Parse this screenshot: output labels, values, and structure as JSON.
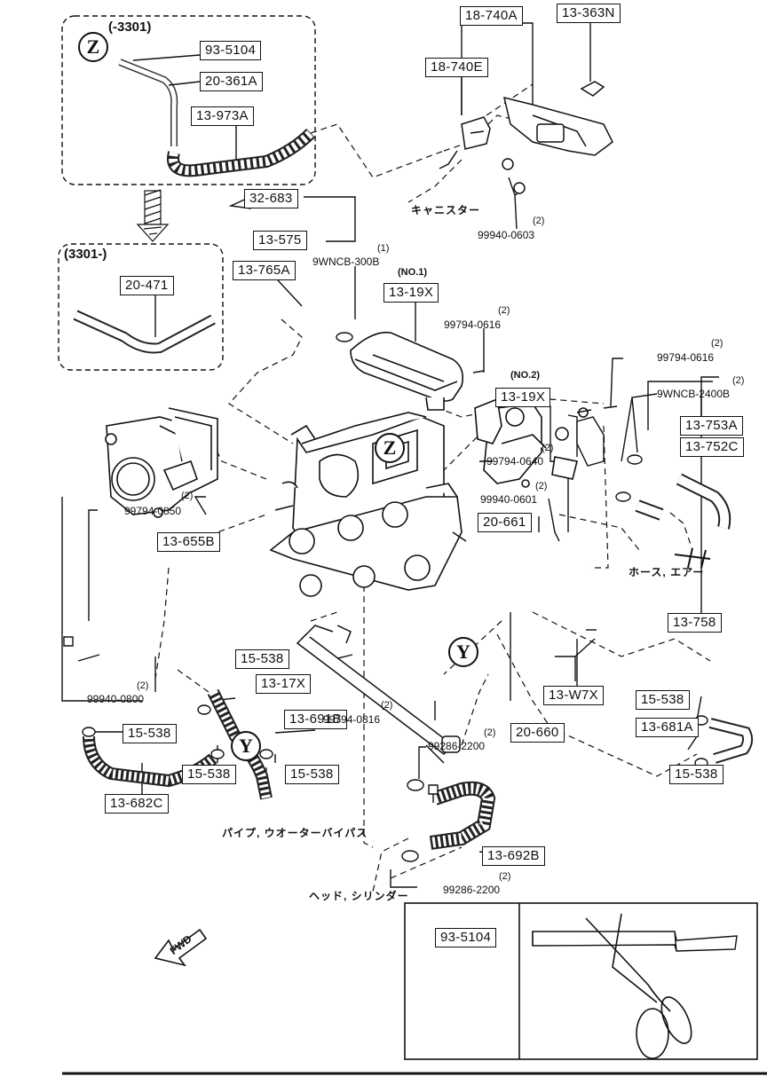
{
  "ranges": {
    "before": "(-3301)",
    "after": "(3301-)"
  },
  "markers": {
    "z": "Z",
    "y": "Y"
  },
  "parts": {
    "p18740A": "18-740A",
    "p13363N": "13-363N",
    "p18740E": "18-740E",
    "p935104": "93-5104",
    "p20361A": "20-361A",
    "p13973A": "13-973A",
    "p32683": "32-683",
    "p13575": "13-575",
    "p20471": "20-471",
    "p13765A": "13-765A",
    "p1319X_1": "13-19X",
    "p1319X_2": "13-19X",
    "p13753A": "13-753A",
    "p13752C": "13-752C",
    "p20661": "20-661",
    "p13655B": "13-655B",
    "p15538_a": "15-538",
    "p1317X": "13-17X",
    "p13691B": "13-691B",
    "p15538_b": "15-538",
    "p15538_c": "15-538",
    "p15538_d": "15-538",
    "p13682C": "13-682C",
    "p13W7X": "13-W7X",
    "p20660": "20-660",
    "p15538_e": "15-538",
    "p13681A": "13-681A",
    "p15538_f": "15-538",
    "p13758": "13-758",
    "p13692B": "13-692B",
    "p935104_box": "93-5104"
  },
  "hardware": {
    "h99940_0603": "99940-0603",
    "h99940_0603_q": "(2)",
    "h9WNCB300B": "9WNCB-300B",
    "h9WNCB300B_q": "(1)",
    "no1": "(NO.1)",
    "no2": "(NO.2)",
    "h99794_0616_a": "99794-0616",
    "h99794_0616_a_q": "(2)",
    "h99794_0616_b": "99794-0616",
    "h99794_0616_b_q": "(2)",
    "h9WNCB2400B": "9WNCB-2400B",
    "h9WNCB2400B_q": "(2)",
    "h99794_0640": "99794-0640",
    "h99794_0640_q": "(2)",
    "h99940_0601": "99940-0601",
    "h99940_0601_q": "(2)",
    "h99794_0850": "99794-0850",
    "h99794_0850_q": "(2)",
    "h99940_0800": "99940-0800",
    "h99940_0800_q": "(2)",
    "h99794_0816": "99794-0816",
    "h99794_0816_q": "(2)",
    "h99286_2200_a": "99286-2200",
    "h99286_2200_a_q": "(2)",
    "h99286_2200_b": "99286-2200",
    "h99286_2200_b_q": "(2)"
  },
  "notes": {
    "canister": "キャニスター",
    "hose_air": "ホース, エアー",
    "pipe_water_bypass": "パイプ, ウオーターバイパス",
    "head_cylinder": "ヘッド, シリンダー",
    "fwd": "FWD"
  }
}
